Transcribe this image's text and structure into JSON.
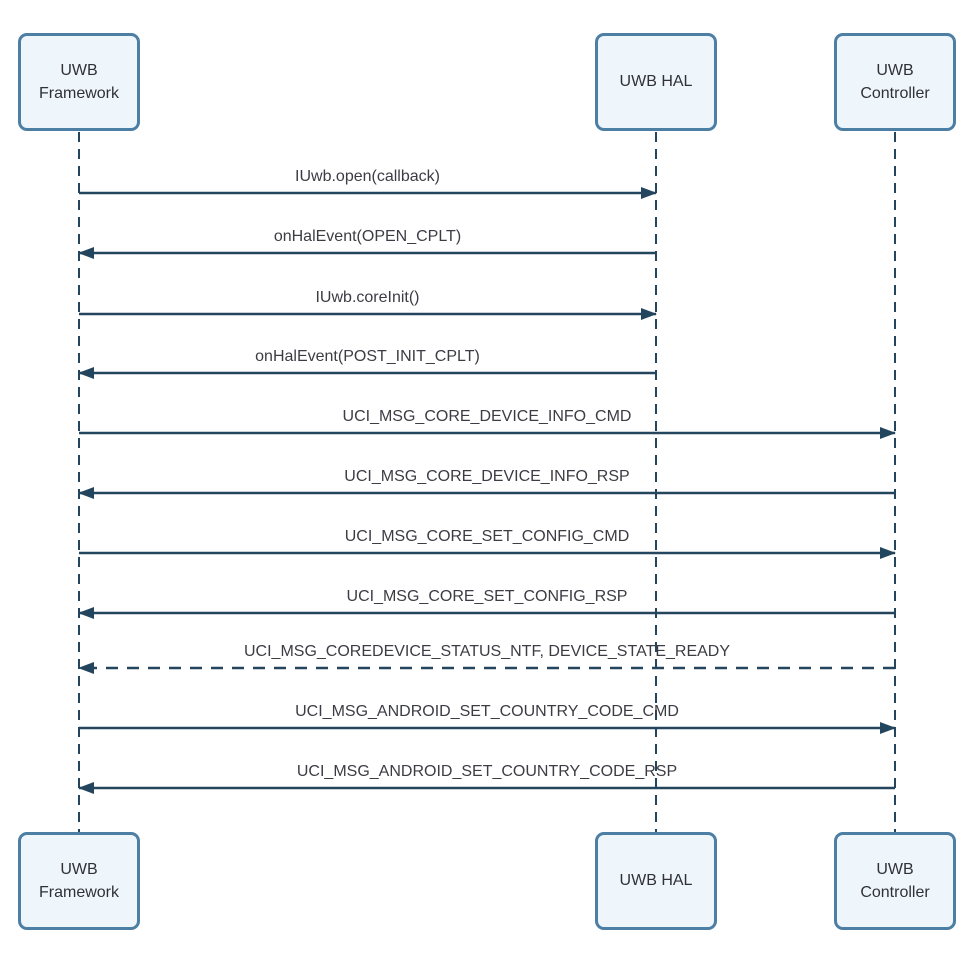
{
  "diagram": {
    "type": "sequence-diagram",
    "title": "UWB HAL open / initialization message sequence",
    "colors": {
      "line_color": "#24455e",
      "actor_border": "#4d7fa4",
      "actor_fill": "#eef6fb",
      "actor_text": "#303038",
      "label_text": "#3c3c44",
      "bg": "#ffffff"
    },
    "actors": [
      {
        "id": "uwb-framework",
        "label": "UWB Framework"
      },
      {
        "id": "uwb-hal",
        "label": "UWB HAL"
      },
      {
        "id": "uwb-controller",
        "label": "UWB Controller"
      }
    ],
    "messages": [
      {
        "label": "IUwb.open(callback)",
        "from": "uwb-framework",
        "to": "uwb-hal",
        "line": "solid"
      },
      {
        "label": "onHalEvent(OPEN_CPLT)",
        "from": "uwb-hal",
        "to": "uwb-framework",
        "line": "solid"
      },
      {
        "label": "IUwb.coreInit()",
        "from": "uwb-framework",
        "to": "uwb-hal",
        "line": "solid"
      },
      {
        "label": "onHalEvent(POST_INIT_CPLT)",
        "from": "uwb-hal",
        "to": "uwb-framework",
        "line": "solid"
      },
      {
        "label": "UCI_MSG_CORE_DEVICE_INFO_CMD",
        "from": "uwb-framework",
        "to": "uwb-controller",
        "line": "solid"
      },
      {
        "label": "UCI_MSG_CORE_DEVICE_INFO_RSP",
        "from": "uwb-controller",
        "to": "uwb-framework",
        "line": "solid"
      },
      {
        "label": "UCI_MSG_CORE_SET_CONFIG_CMD",
        "from": "uwb-framework",
        "to": "uwb-controller",
        "line": "solid"
      },
      {
        "label": "UCI_MSG_CORE_SET_CONFIG_RSP",
        "from": "uwb-controller",
        "to": "uwb-framework",
        "line": "solid"
      },
      {
        "label": "UCI_MSG_COREDEVICE_STATUS_NTF, DEVICE_STATE_READY",
        "from": "uwb-controller",
        "to": "uwb-framework",
        "line": "dashed"
      },
      {
        "label": "UCI_MSG_ANDROID_SET_COUNTRY_CODE_CMD",
        "from": "uwb-framework",
        "to": "uwb-controller",
        "line": "solid"
      },
      {
        "label": "UCI_MSG_ANDROID_SET_COUNTRY_CODE_RSP",
        "from": "uwb-controller",
        "to": "uwb-framework",
        "line": "solid"
      }
    ]
  }
}
